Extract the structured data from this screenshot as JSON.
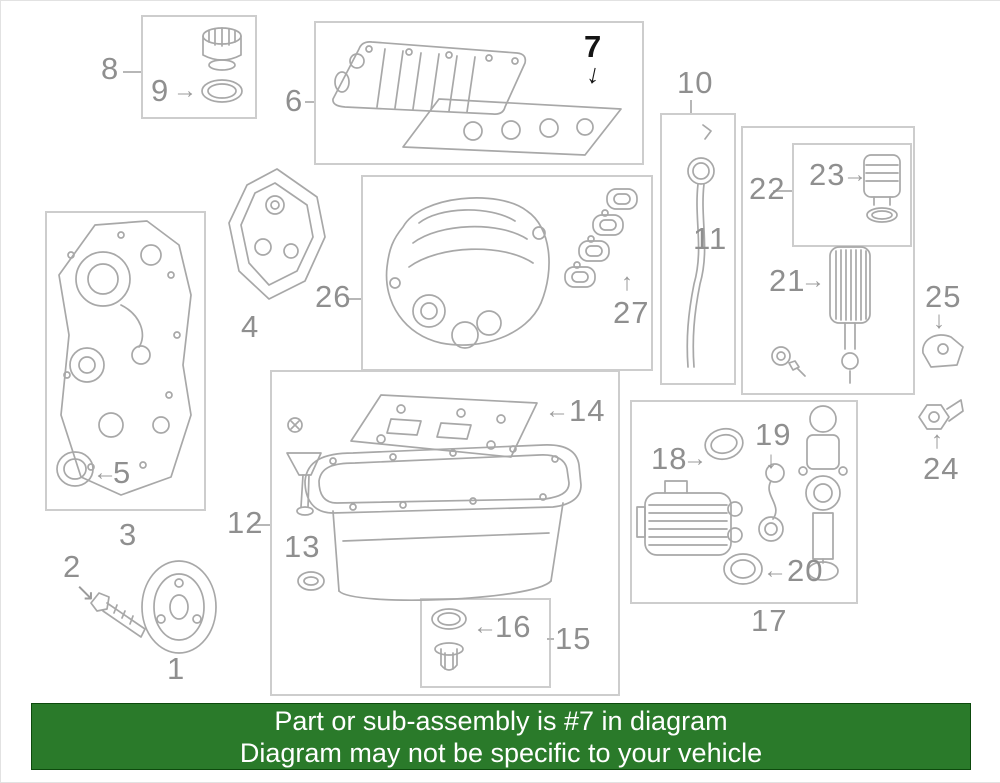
{
  "colors": {
    "highlight_fill": "#3f8f3f",
    "highlight_stroke": "#16451a",
    "banner_bg": "#2a7a2a",
    "banner_text": "#ffffff",
    "callout_gray": "#8f8f8f",
    "callout_highlight": "#141414",
    "line_art": "#a8a8a8",
    "box_border": "#cdcdcd"
  },
  "banner": {
    "line1": "Part or sub-assembly is #7 in diagram",
    "line2": "Diagram may not be specific to your vehicle"
  },
  "highlighted_part": "7",
  "callouts": {
    "c1": "1",
    "c2": "2",
    "c3": "3",
    "c4": "4",
    "c5": "5",
    "c6": "6",
    "c7": "7",
    "c8": "8",
    "c9": "9",
    "c10": "10",
    "c11": "11",
    "c12": "12",
    "c13": "13",
    "c14": "14",
    "c15": "15",
    "c16": "16",
    "c17": "17",
    "c18": "18",
    "c19": "19",
    "c20": "20",
    "c21": "21",
    "c22": "22",
    "c23": "23",
    "c24": "24",
    "c25": "25",
    "c26": "26",
    "c27": "27"
  },
  "icons": {
    "arrow_right": "→",
    "arrow_left": "←",
    "arrow_up": "↑",
    "arrow_down": "↓",
    "arrow_down_right": "↘"
  }
}
